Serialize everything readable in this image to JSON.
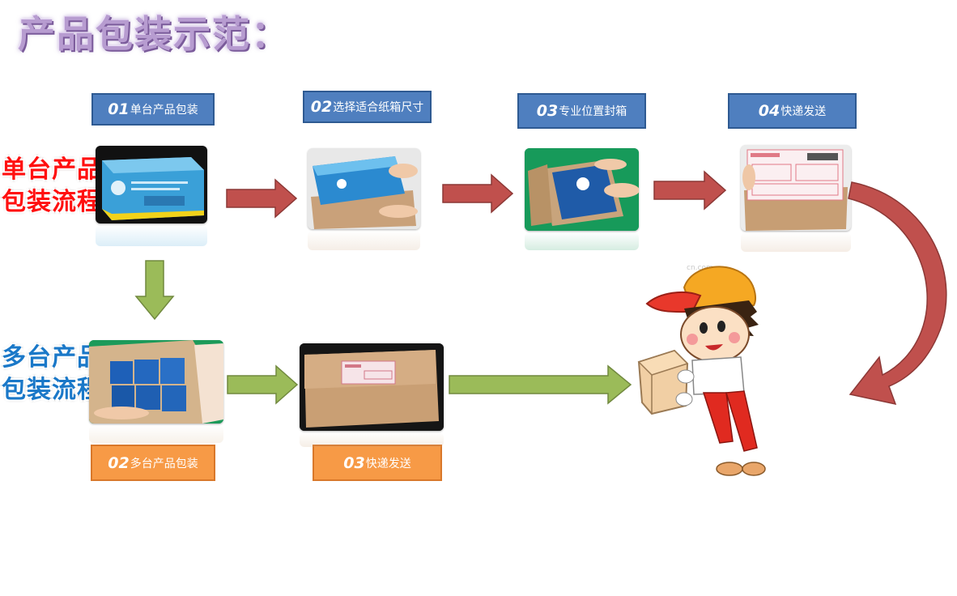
{
  "title": "产品包装示范：",
  "rows": {
    "single": {
      "label_line1": "单台产品",
      "label_line2": "包装流程",
      "color": "#ff1010"
    },
    "multi": {
      "label_line1": "多台产品",
      "label_line2": "包装流程",
      "color": "#1a78c8"
    }
  },
  "steps_single": [
    {
      "num": "01",
      "text": "单台产品包装"
    },
    {
      "num": "02",
      "text": "选择适合纸箱尺寸"
    },
    {
      "num": "03",
      "text": "专业位置封箱"
    },
    {
      "num": "04",
      "text": "快递发送"
    }
  ],
  "steps_multi": [
    {
      "num": "02",
      "text": "多台产品包装"
    },
    {
      "num": "03",
      "text": "快递发送"
    }
  ],
  "watermark": "cn.com",
  "colors": {
    "step_blue": "#4f7fbf",
    "step_orange": "#f79a46",
    "arrow_red": "#c0504d",
    "arrow_green": "#9bbb59"
  }
}
